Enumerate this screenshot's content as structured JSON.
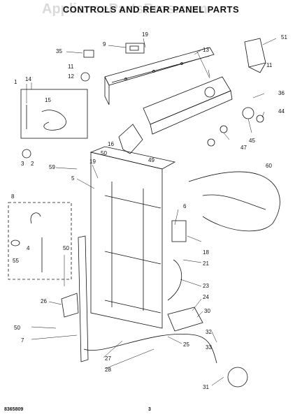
{
  "header": {
    "title": "CONTROLS AND REAR PANEL PARTS",
    "subtitle_line1": "",
    "subtitle_line2": ""
  },
  "watermark": "AppliancePartsPros.com",
  "footer": {
    "doc_number": "8365809",
    "page_number": "3"
  },
  "part_labels": {
    "p1": "1",
    "p2": "2",
    "p3": "3",
    "p4": "4",
    "p5": "5",
    "p6": "6",
    "p7": "7",
    "p8": "8",
    "p9": "9",
    "p11": "11",
    "p12": "12",
    "p13": "13",
    "p14": "14",
    "p15": "15",
    "p16": "16",
    "p18": "18",
    "p19a": "19",
    "p19b": "19",
    "p21": "21",
    "p23": "23",
    "p24": "24",
    "p25": "25",
    "p26": "26",
    "p27": "27",
    "p28": "28",
    "p30": "30",
    "p31": "31",
    "p32": "32",
    "p33": "33",
    "p35": "35",
    "p36": "36",
    "p44": "44",
    "p45": "45",
    "p47": "47",
    "p49": "49",
    "p50a": "50",
    "p50b": "50",
    "p50c": "50",
    "p51": "51",
    "p55": "55",
    "p59": "59",
    "p60": "60",
    "p11b": "11"
  }
}
